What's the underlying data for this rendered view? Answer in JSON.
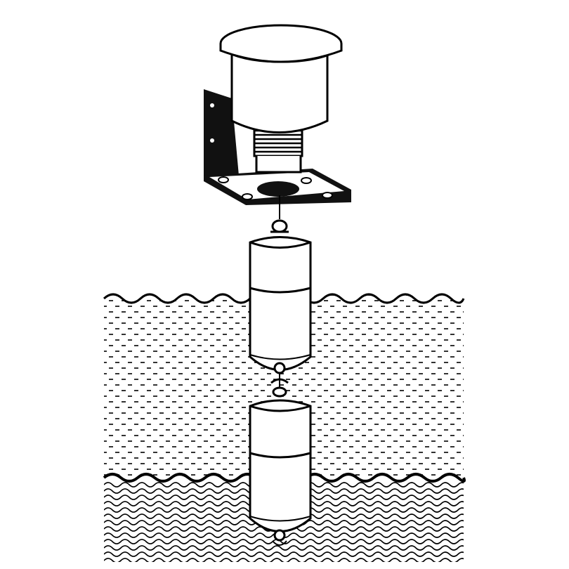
{
  "diagram": {
    "components": [
      {
        "id": "sensor-head",
        "icon": "cylinder-housing-icon"
      },
      {
        "id": "mounting-bracket",
        "icon": "l-bracket-icon"
      },
      {
        "id": "upper-float",
        "icon": "float-icon"
      },
      {
        "id": "lower-float",
        "icon": "float-icon"
      }
    ],
    "layers": [
      {
        "id": "upper-liquid",
        "pattern": "dashed"
      },
      {
        "id": "lower-liquid",
        "pattern": "wavy"
      }
    ],
    "colors": {
      "line": "#000000",
      "fill": "#ffffff",
      "hole": "#111111"
    }
  }
}
